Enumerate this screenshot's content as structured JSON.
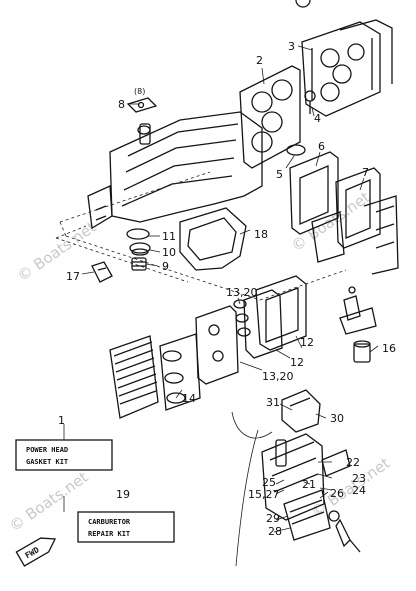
{
  "callouts": [
    {
      "id": "c1",
      "label": "1"
    },
    {
      "id": "c2",
      "label": "2"
    },
    {
      "id": "c3",
      "label": "3"
    },
    {
      "id": "c4",
      "label": "4"
    },
    {
      "id": "c5",
      "label": "5"
    },
    {
      "id": "c6",
      "label": "6"
    },
    {
      "id": "c7",
      "label": "7"
    },
    {
      "id": "c8",
      "label": "8"
    },
    {
      "id": "c8b",
      "label": "(8)"
    },
    {
      "id": "c9",
      "label": "9"
    },
    {
      "id": "c10",
      "label": "10"
    },
    {
      "id": "c11",
      "label": "11"
    },
    {
      "id": "c12a",
      "label": "12"
    },
    {
      "id": "c12b",
      "label": "12"
    },
    {
      "id": "c1320a",
      "label": "13,20"
    },
    {
      "id": "c1320b",
      "label": "13,20"
    },
    {
      "id": "c14",
      "label": "14"
    },
    {
      "id": "c16",
      "label": "16"
    },
    {
      "id": "c17",
      "label": "17"
    },
    {
      "id": "c18",
      "label": "18"
    },
    {
      "id": "c19",
      "label": "19"
    },
    {
      "id": "c21",
      "label": "21"
    },
    {
      "id": "c22",
      "label": "22"
    },
    {
      "id": "c23",
      "label": "23"
    },
    {
      "id": "c24",
      "label": "24"
    },
    {
      "id": "c25",
      "label": "25"
    },
    {
      "id": "c26",
      "label": "26"
    },
    {
      "id": "c1527",
      "label": "15,27"
    },
    {
      "id": "c28",
      "label": "28"
    },
    {
      "id": "c29",
      "label": "29"
    },
    {
      "id": "c30",
      "label": "30"
    },
    {
      "id": "c31",
      "label": "31"
    }
  ],
  "kits": {
    "power_head_line1": "POWER HEAD",
    "power_head_line2": "GASKET KIT",
    "carburetor_line1": "CARBURETOR",
    "carburetor_line2": "REPAIR KIT"
  },
  "fwd_label": "FWD",
  "watermark": "© Boats.net",
  "colors": {
    "ink": "#151515",
    "watermark": "#c8c8c8",
    "background": "#ffffff"
  }
}
